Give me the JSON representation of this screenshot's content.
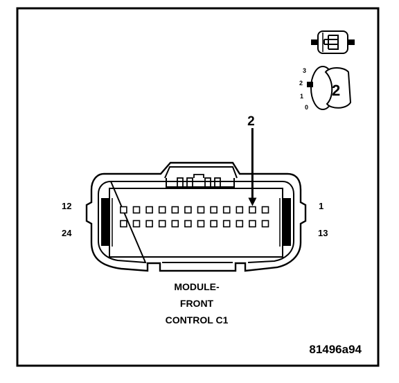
{
  "connector": {
    "name_lines": [
      "MODULE-",
      "FRONT",
      "CONTROL C1"
    ],
    "pin_labels": {
      "top_left": "12",
      "bottom_left": "24",
      "top_right": "1",
      "bottom_right": "13"
    },
    "pins_per_row": 12,
    "rows": 2
  },
  "callout": {
    "label": "2",
    "target_pin": 2
  },
  "view_icon": {
    "view_number": "2",
    "scale_marks": [
      "3",
      "2",
      "1",
      "0"
    ]
  },
  "figure_id": "81496a94",
  "colors": {
    "line": "#000000",
    "background": "#ffffff"
  }
}
